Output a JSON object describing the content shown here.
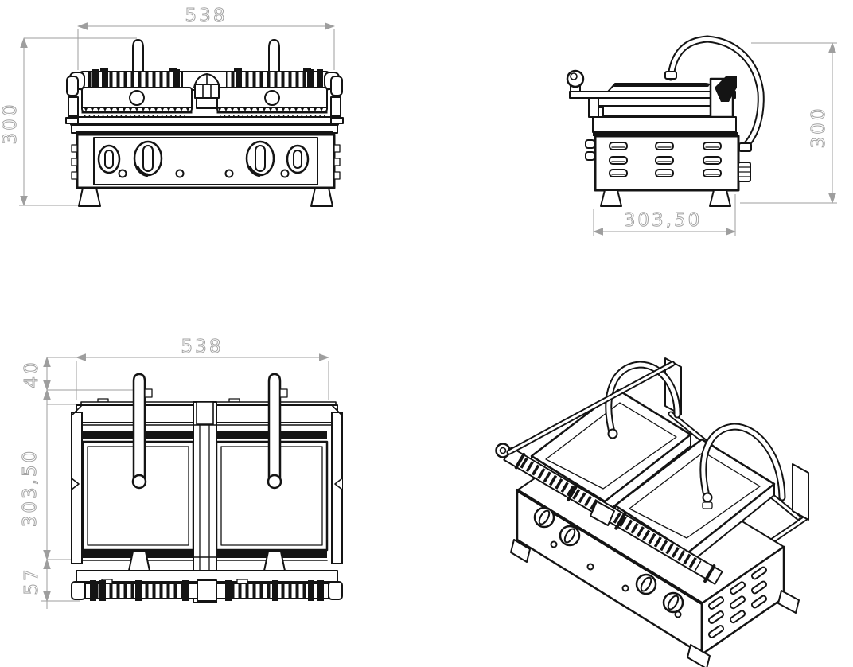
{
  "colors": {
    "background": "#ffffff",
    "line": "#141414",
    "dimension": "#9e9e9e"
  },
  "views": {
    "front": {
      "width": "538",
      "height": "300"
    },
    "side": {
      "depth": "303,50",
      "height": "300"
    },
    "top": {
      "width": "538",
      "overhang": "40",
      "depth": "303,50",
      "hinge": "57"
    }
  }
}
